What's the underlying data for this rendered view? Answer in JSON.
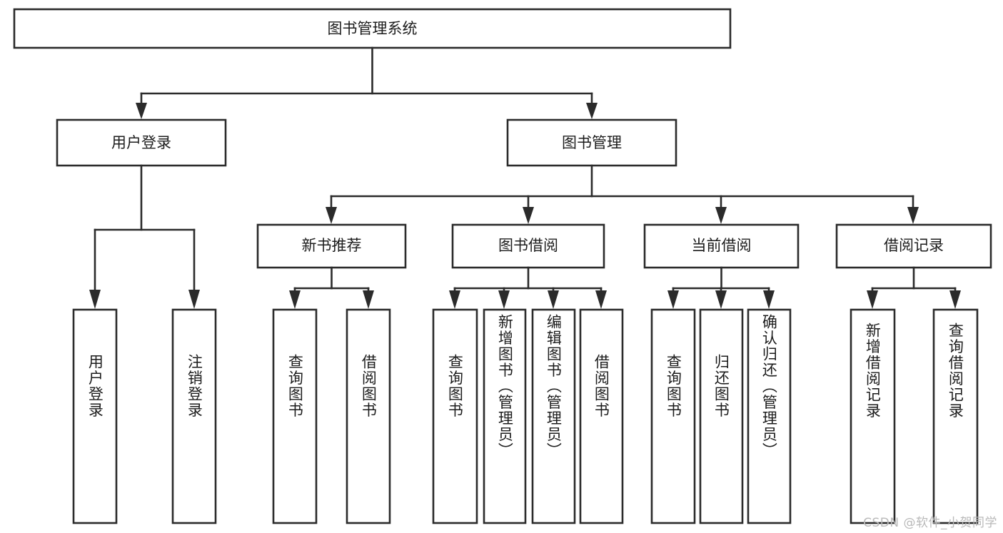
{
  "diagram": {
    "title": "图书管理系统",
    "type": "tree-hierarchy-diagram",
    "colors": {
      "stroke": "#2b2b2b",
      "fill": "#ffffff",
      "text": "#1c1c1c",
      "watermark": "#b9b9b9"
    },
    "root": {
      "label": "图书管理系统"
    },
    "level2": [
      {
        "label": "用户登录"
      },
      {
        "label": "图书管理"
      }
    ],
    "level3": [
      {
        "label": "新书推荐"
      },
      {
        "label": "图书借阅"
      },
      {
        "label": "当前借阅"
      },
      {
        "label": "借阅记录"
      }
    ],
    "leaves": {
      "user_login": [
        {
          "label": "用户登录"
        },
        {
          "label": "注销登录"
        }
      ],
      "new_book_recommend": [
        {
          "label": "查询图书"
        },
        {
          "label": "借阅图书"
        }
      ],
      "book_borrow": [
        {
          "label": "查询图书"
        },
        {
          "label": "新增图书（管理员）"
        },
        {
          "label": "编辑图书（管理员）"
        },
        {
          "label": "借阅图书"
        }
      ],
      "current_borrow": [
        {
          "label": "查询图书"
        },
        {
          "label": "归还图书"
        },
        {
          "label": "确认归还（管理员）"
        }
      ],
      "borrow_record": [
        {
          "label": "新增借阅记录"
        },
        {
          "label": "查询借阅记录"
        }
      ]
    },
    "watermark": "CSDN @软件_小贺同学"
  }
}
